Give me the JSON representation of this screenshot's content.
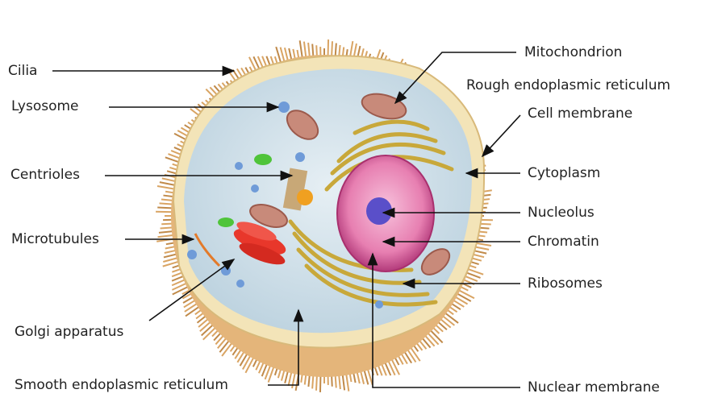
{
  "labels": {
    "cilia": "Cilia",
    "lysosome": "Lysosome",
    "centrioles": "Centrioles",
    "microtubules": "Microtubules",
    "golgi": "Golgi apparatus",
    "smooth_er": "Smooth endoplasmic reticulum",
    "mitochondrion": "Mitochondrion",
    "rough_er": "Rough endoplasmic reticulum",
    "cell_membrane": "Cell membrane",
    "cytoplasm": "Cytoplasm",
    "nucleolus": "Nucleolus",
    "chromatin": "Chromatin",
    "ribosomes": "Ribosomes",
    "nuclear_membrane": "Nuclear membrane"
  },
  "colors": {
    "cilia": "#d9a463",
    "membrane": "#f3e4b8",
    "cytoplasm": "#cfe0ea",
    "nucleus": "#e77fb1",
    "nucleolus": "#5a4fc9",
    "golgi": "#e8372b",
    "er": "#c8a83a",
    "mito": "#c88a7a"
  }
}
